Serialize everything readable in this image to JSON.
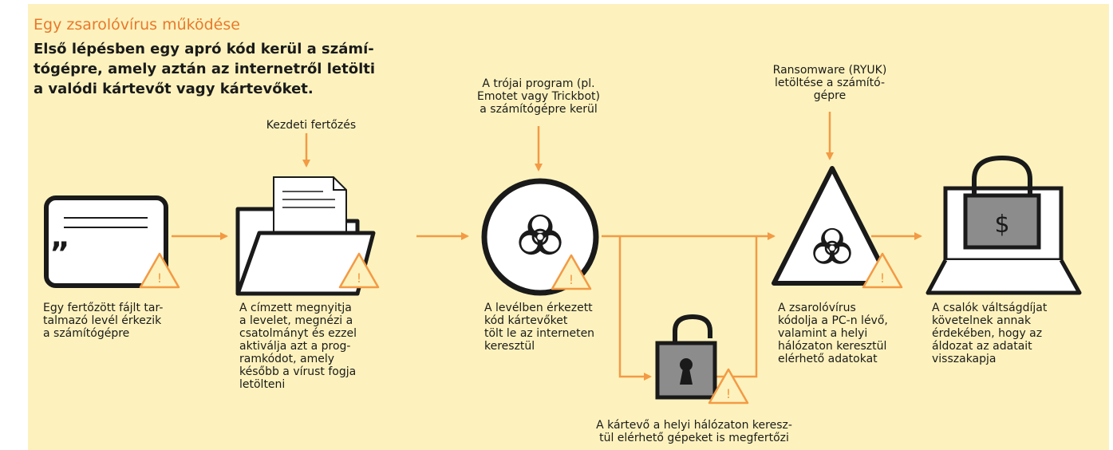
{
  "title": "Egy zsarolóvírus működése",
  "subtitle": "Első lépésben egy apró kód kerül a számí-\ntógépre, amely aztán az internetről letölti\na valódi kártevőt vagy kártevőket.",
  "annotations": {
    "initial_infection": "Kezdeti fertőzés",
    "trojan": "A trójai program (pl.\nEmotet vagy Trickbot)\na számítógépre kerül",
    "ransomware": "Ransomware (RYUK)\nletöltése a számító-\ngépre"
  },
  "captions": {
    "email": "Egy fertőzött fájlt tar-\ntalmazó levél érkezik\na számítógépre",
    "folder": "A címzett megnyitja\na levelet, megnézi a\ncsatolmányt és ezzel\naktiválja azt a prog-\nramkódot, amely\nkésőbb a vírust fogja\nletölteni",
    "trojan_step": "A levélben érkezett\nkód kártevőket\ntölt le az interneten\nkeresztül",
    "network": "A kártevő a helyi hálózaton keresz-\ntül elérhető gépeket is megfertőzi",
    "encrypt": "A zsarolóvírus\nkódolja a PC-n lévő,\nvalamint a helyi\nhálózaton keresztül\nelérhető adatokat",
    "ransom": "A csalók váltságdíjat\nkövetelnek annak\nérdekében, hogy az\náldozat az adatait\nvisszakapja"
  },
  "icons": {
    "warning_mark": "!",
    "dollar_sign": "$",
    "quote_mark": "„"
  },
  "colors": {
    "background": "#fdf2bd",
    "accent": "#f39a45",
    "title": "#e8792b",
    "stroke": "#1a1a1a",
    "lock_fill": "#8c8c8c"
  }
}
